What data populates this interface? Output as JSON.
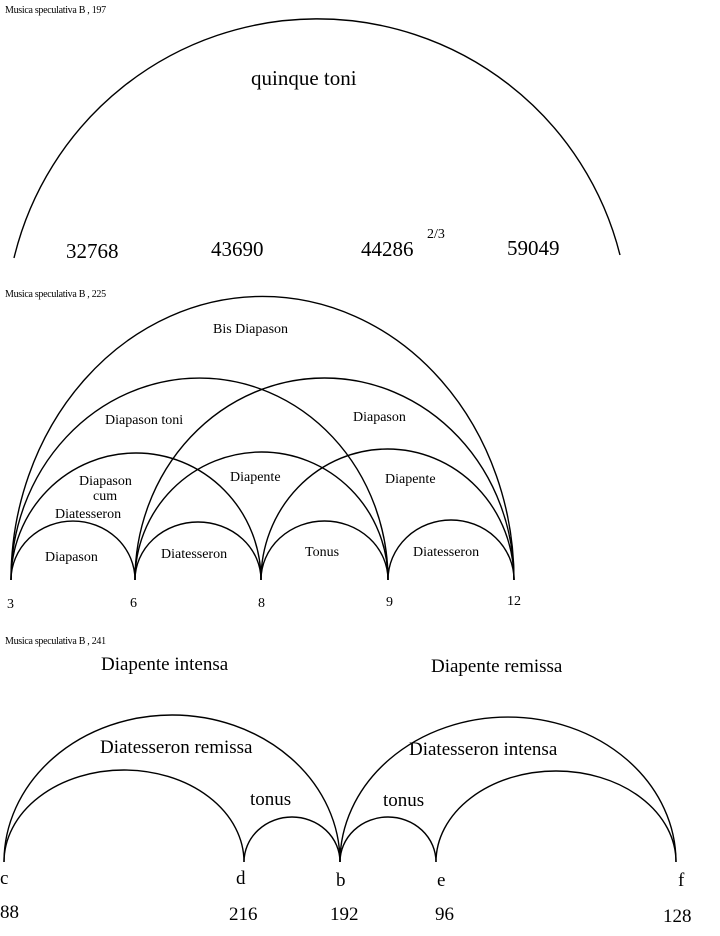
{
  "diagram1": {
    "caption": "Musica speculativa B , 197",
    "arc_label": "quinque toni",
    "values": [
      "32768",
      "43690",
      "44286",
      "59049"
    ],
    "fraction": "2/3"
  },
  "diagram2": {
    "caption": "Musica speculativa B , 225",
    "points": [
      "3",
      "6",
      "8",
      "9",
      "12"
    ],
    "labels": {
      "bis_diapason": "Bis Diapason",
      "diapason_toni": "Diapason toni",
      "diapason_upper": "Diapason",
      "diapason_cum_1": "Diapason",
      "diapason_cum_2": "cum",
      "diapason_cum_3": "Diatesseron",
      "diapente_1": "Diapente",
      "diapente_2": "Diapente",
      "diapason_low": "Diapason",
      "diatesseron_1": "Diatesseron",
      "tonus": "Tonus",
      "diatesseron_2": "Diatesseron"
    }
  },
  "diagram3": {
    "caption": "Musica speculativa B , 241",
    "notes": [
      "c",
      "d",
      "b",
      "e",
      "f"
    ],
    "numbers": [
      "88",
      "216",
      "192",
      "96",
      "128"
    ],
    "labels": {
      "diapente_intensa": "Diapente intensa",
      "diapente_remissa": "Diapente remissa",
      "diatesseron_remissa": "Diatesseron remissa",
      "diatesseron_intensa": "Diatesseron intensa",
      "tonus_1": "tonus",
      "tonus_2": "tonus"
    }
  }
}
